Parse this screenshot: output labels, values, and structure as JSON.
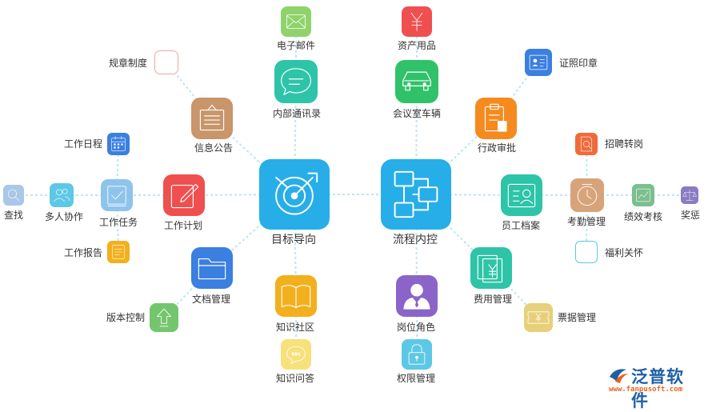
{
  "hubs": {
    "goal": "目标导向",
    "process": "流程内控"
  },
  "nodes": {
    "mail": "电子邮件",
    "im": "内部通讯录",
    "asset": "资产用品",
    "meeting": "会议室车辆",
    "rules": "规章制度",
    "notice": "信息公告",
    "seal": "证照印章",
    "approval": "行政审批",
    "schedule": "工作日程",
    "task": "工作任务",
    "plan": "工作计划",
    "search": "查找",
    "collab": "多人协作",
    "report": "工作报告",
    "recruit": "招聘转岗",
    "archive": "员工档案",
    "attendance": "考勤管理",
    "perf": "绩效考核",
    "reward": "奖惩",
    "welfare": "福利关怀",
    "doc": "文档管理",
    "version": "版本控制",
    "knowledge": "知识社区",
    "qa": "知识问答",
    "post": "岗位角色",
    "perm": "权限管理",
    "expense": "费用管理",
    "bill": "票据管理"
  },
  "colors": {
    "line": "#bfe4f4",
    "hub": "#27aee8",
    "red": "#f04f4f",
    "green": "#30c26a",
    "orange": "#f58a1f",
    "teal": "#2ec4a8",
    "blue": "#3b7fe0",
    "gold": "#f2b01e",
    "purple": "#8a64c9"
  },
  "logo": {
    "name": "泛普软件",
    "url": "www.fanpusoft.com"
  }
}
